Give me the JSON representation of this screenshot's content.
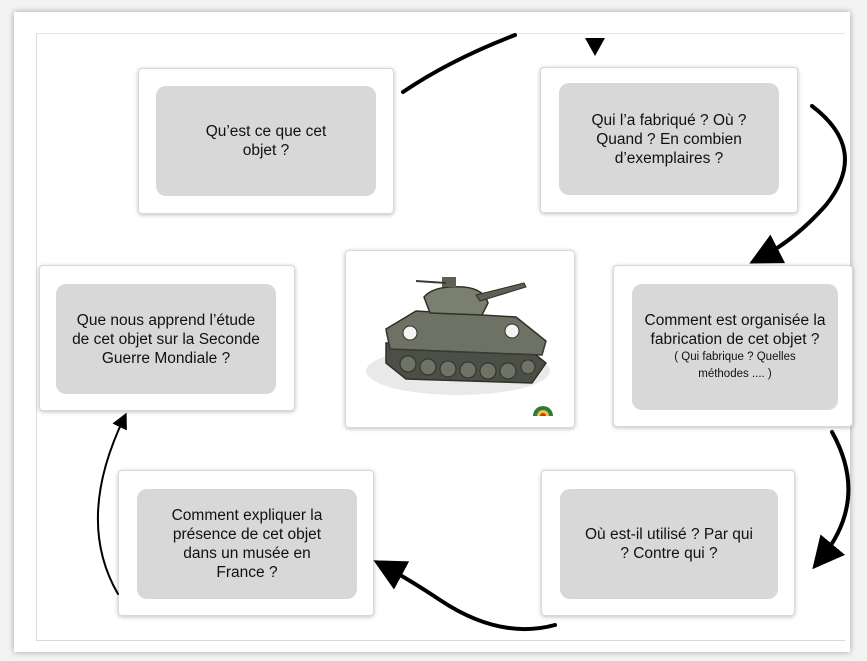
{
  "diagram": {
    "nodes": [
      {
        "id": "what",
        "text": "Qu’est ce que cet objet  ?"
      },
      {
        "id": "who",
        "text": "Qui l’a fabriqué  ? Où ? Quand ? En combien d’exemplaires  ?"
      },
      {
        "id": "organisation",
        "text": "Comment est organisée la fabrication de cet objet  ?",
        "detail": "( Qui fabrique ? Quelles méthodes .... )"
      },
      {
        "id": "usage",
        "text": "Où est-il utilisé  ? Par qui ? Contre qui ?"
      },
      {
        "id": "museum",
        "text": "Comment expliquer la présence de cet objet dans un musée en France  ?"
      },
      {
        "id": "lesson",
        "text": "Que nous apprend l’étude de cet objet sur la Seconde Guerre Mondiale  ?"
      }
    ],
    "center_image": "tank-illustration",
    "icons": [
      "tank-icon",
      "badge-icon"
    ],
    "colors": {
      "bubble": "#d8d8d8",
      "arrow": "#000000",
      "card_border": "#d8d8d8"
    }
  }
}
